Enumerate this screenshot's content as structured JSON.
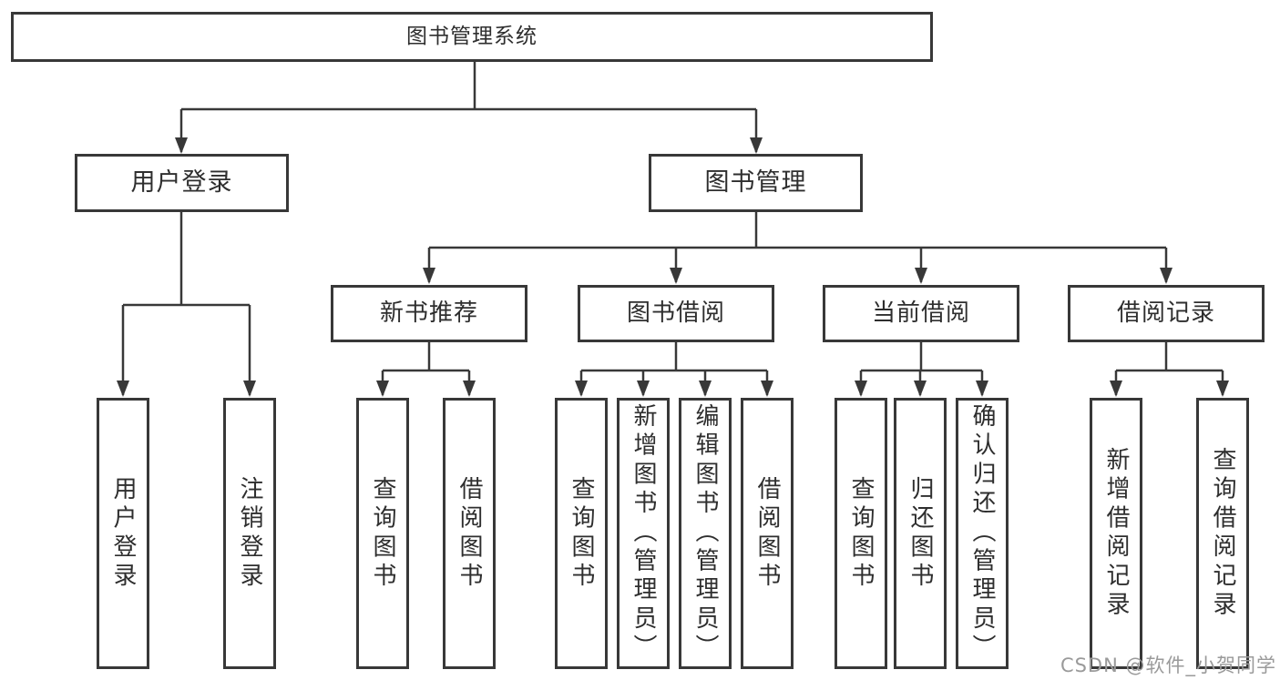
{
  "diagram": {
    "type": "hierarchy-tree",
    "tree": {
      "label": "图书管理系统",
      "children": [
        {
          "label": "用户登录",
          "children": [
            {
              "label": "用户登录"
            },
            {
              "label": "注销登录"
            }
          ]
        },
        {
          "label": "图书管理",
          "children": [
            {
              "label": "新书推荐",
              "children": [
                {
                  "label": "查询图书"
                },
                {
                  "label": "借阅图书"
                }
              ]
            },
            {
              "label": "图书借阅",
              "children": [
                {
                  "label": "查询图书"
                },
                {
                  "label": "新增图书（管理员）"
                },
                {
                  "label": "编辑图书（管理员）"
                },
                {
                  "label": "借阅图书"
                }
              ]
            },
            {
              "label": "当前借阅",
              "children": [
                {
                  "label": "查询图书"
                },
                {
                  "label": "归还图书"
                },
                {
                  "label": "确认归还（管理员）"
                }
              ]
            },
            {
              "label": "借阅记录",
              "children": [
                {
                  "label": "新增借阅记录"
                },
                {
                  "label": "查询借阅记录"
                }
              ]
            }
          ]
        }
      ]
    },
    "colors": {
      "line": "#383838",
      "box_border": "#383838",
      "text": "#2e2e2e",
      "watermark": "#9a9a9a",
      "background": "#ffffff"
    }
  },
  "watermark": {
    "text": "CSDN @软件_小贺同学"
  }
}
